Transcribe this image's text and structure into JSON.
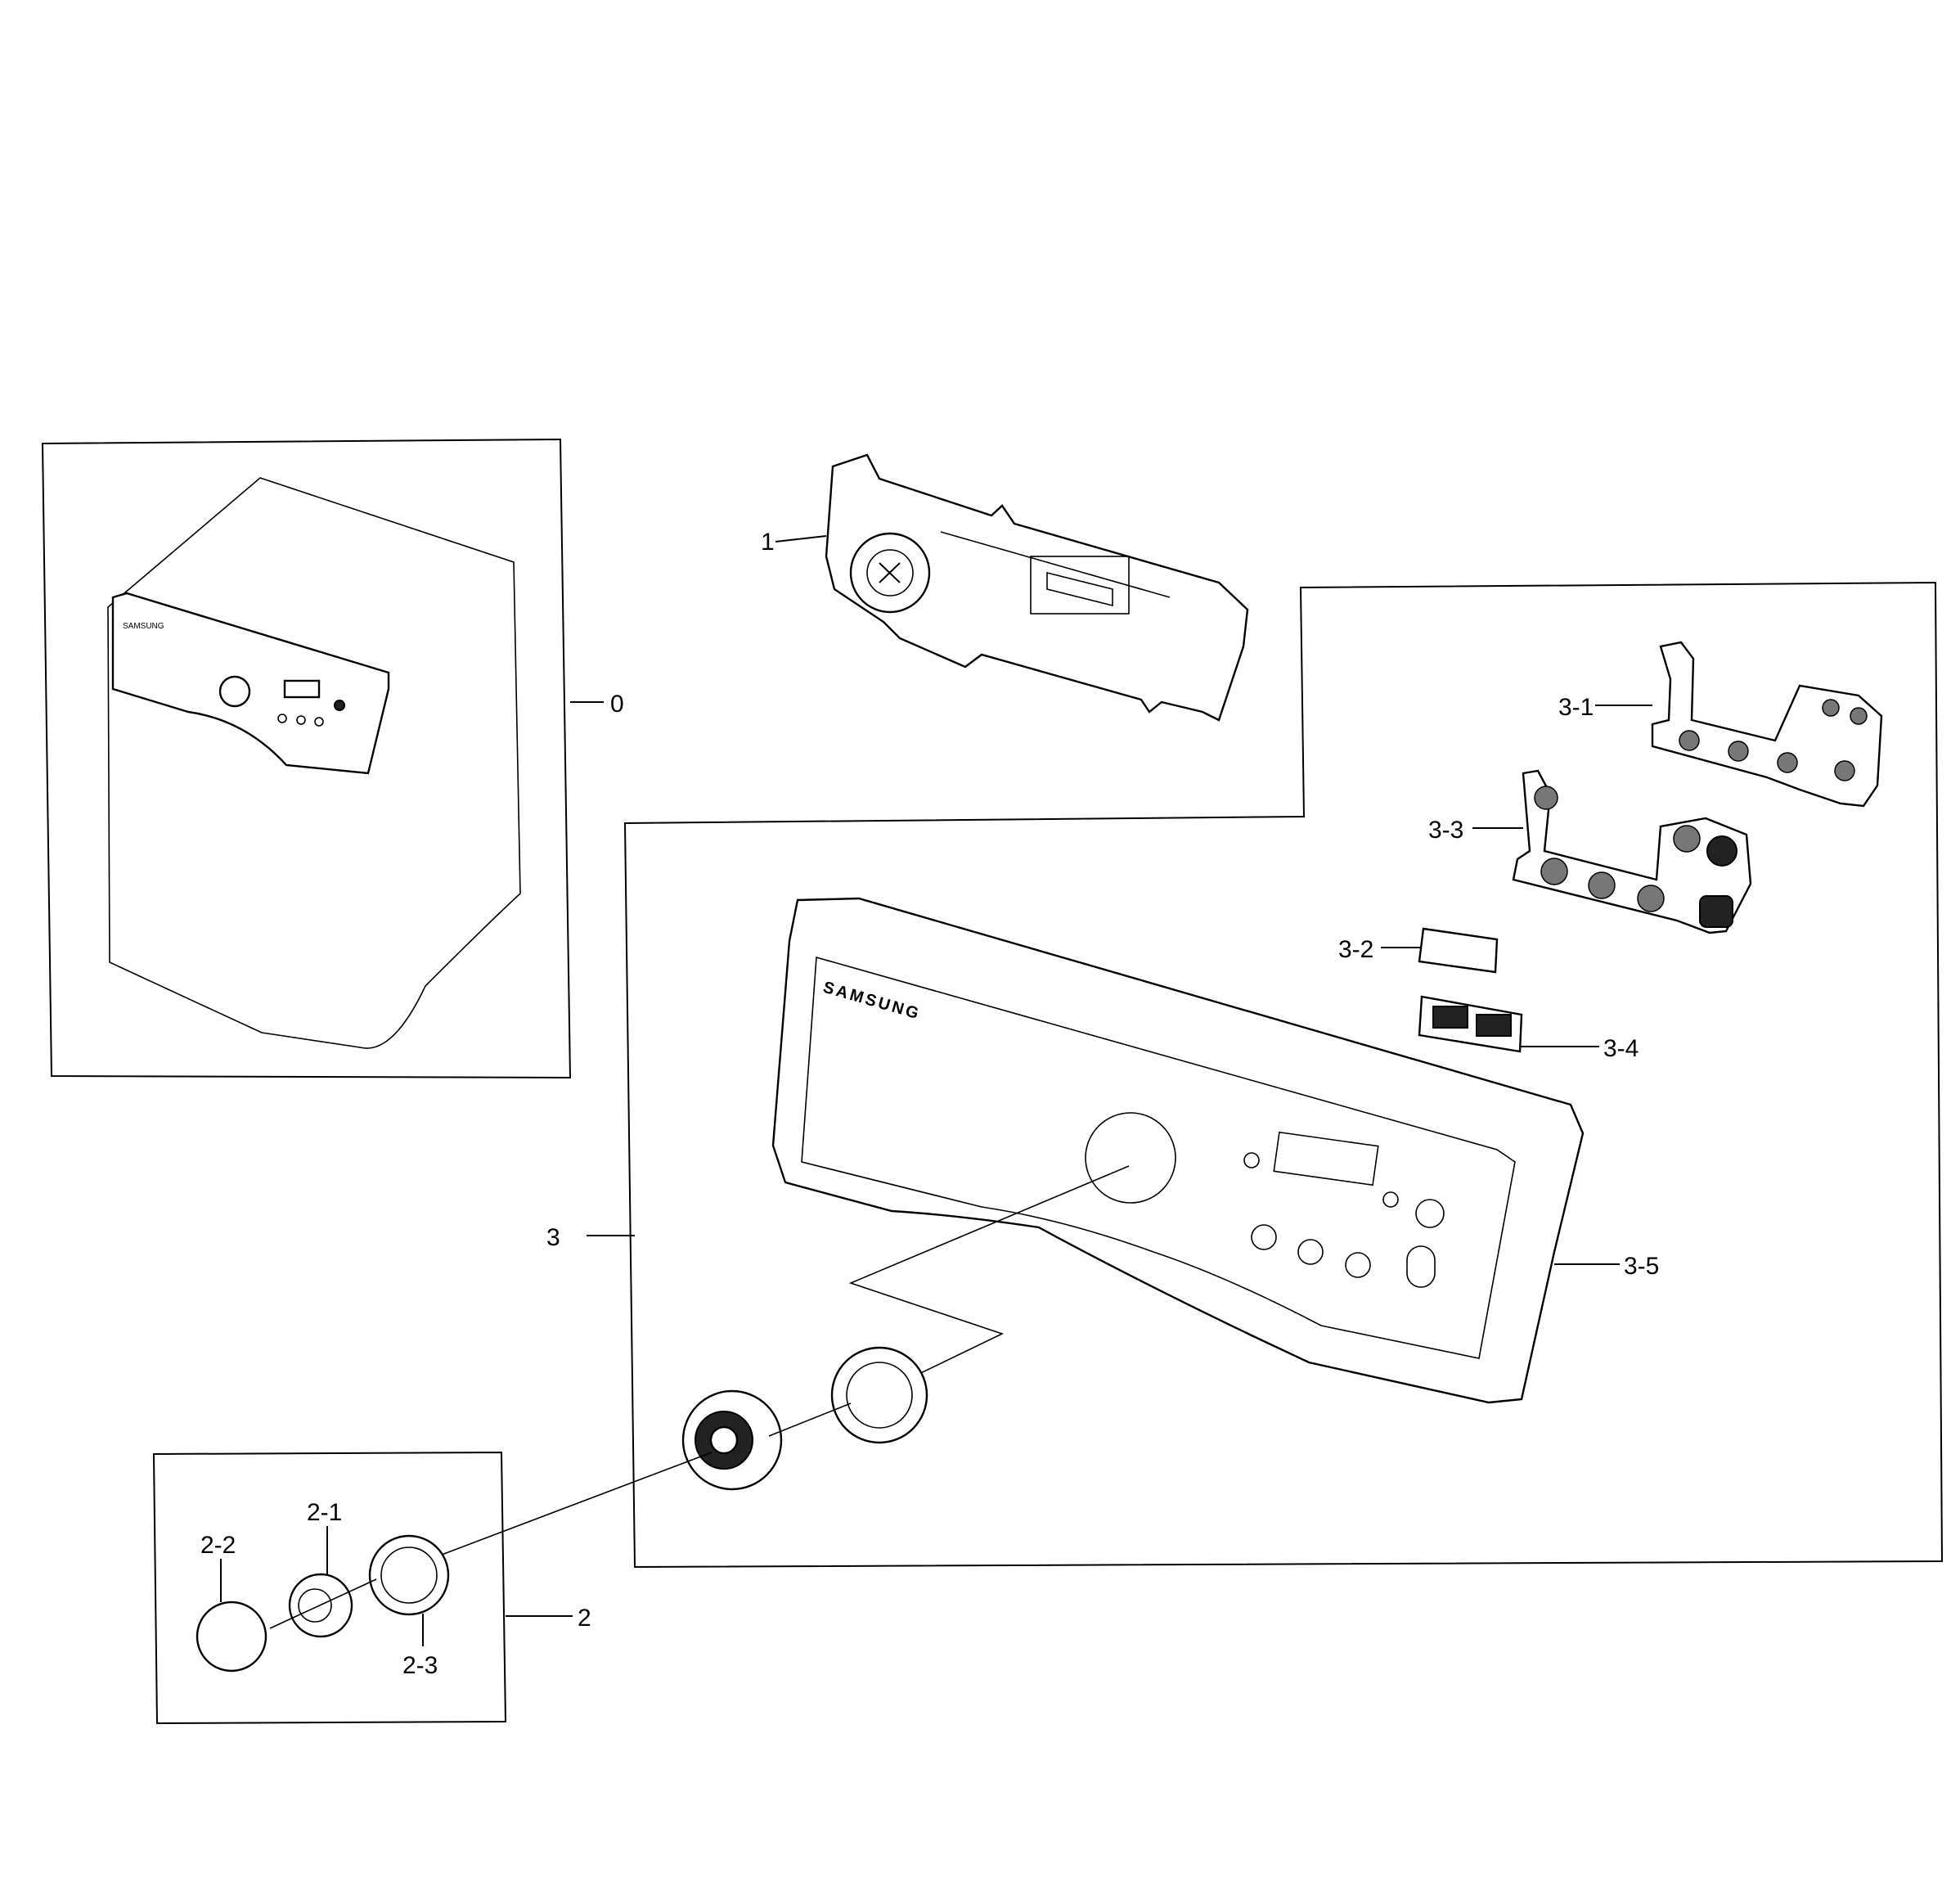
{
  "brand": "SAMSUNG",
  "labels": {
    "l0": "0",
    "l1": "1",
    "l2": "2",
    "l2_1": "2-1",
    "l2_2": "2-2",
    "l2_3": "2-3",
    "l3": "3",
    "l3_1": "3-1",
    "l3_2": "3-2",
    "l3_3": "3-3",
    "l3_4": "3-4",
    "l3_5": "3-5"
  }
}
